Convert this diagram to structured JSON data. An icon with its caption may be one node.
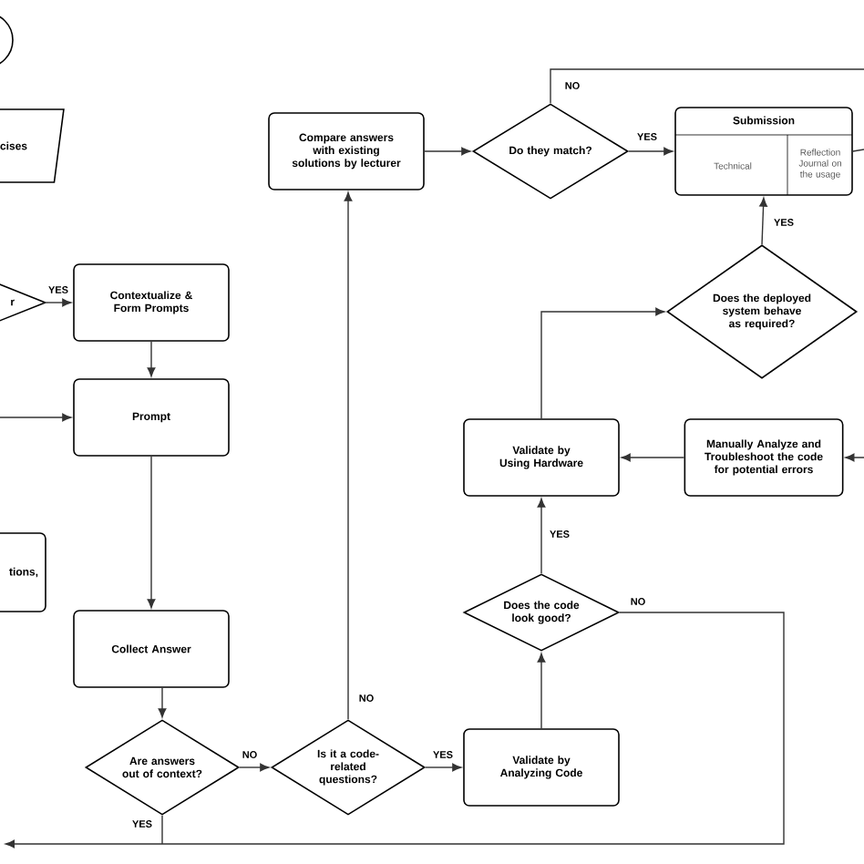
{
  "diagram": {
    "nodes": [
      {
        "text": [],
        "shape": "circle"
      },
      {
        "text": [
          "cises"
        ]
      },
      {
        "text": [
          "r"
        ]
      },
      {
        "text": [
          "Compare answers with existing solutions by lecturer"
        ]
      },
      {
        "text": [
          "Do they match?"
        ]
      },
      {
        "text": [
          "Submission",
          "Technical",
          "Reflection Journal on the usage"
        ]
      },
      {
        "text": [
          "Contextualize & Form Prompts"
        ]
      },
      {
        "text": [
          "Does the deployed system behave as required?"
        ]
      },
      {
        "text": [
          "Prompt"
        ]
      },
      {
        "text": [
          "Validate by Using Hardware"
        ]
      },
      {
        "text": [
          "Manually Analyze and Troubleshoot the code for potential errors"
        ]
      },
      {
        "text": [
          "tions,"
        ]
      },
      {
        "text": [
          "Does the code look good?"
        ]
      },
      {
        "text": [
          "Collect Answer"
        ]
      },
      {
        "text": [
          "Are answers out of context?"
        ]
      },
      {
        "text": [
          "Is it a code-related questions?"
        ]
      },
      {
        "text": [
          "Validate by Analyzing Code"
        ]
      }
    ],
    "edges": [
      {
        "from": 2,
        "to": 6,
        "arrow": "to",
        "label": "YES"
      },
      {
        "from": 6,
        "to": 8,
        "arrow": "to"
      },
      {
        "from": null,
        "to": 8,
        "arrow": "to"
      },
      {
        "from": 8,
        "to": 13,
        "arrow": "to"
      },
      {
        "from": 13,
        "to": 14,
        "arrow": "to"
      },
      {
        "from": 14,
        "to": 15,
        "arrow": "to",
        "label": "NO"
      },
      {
        "from": 14,
        "to": null,
        "arrow": "none",
        "label": "YES"
      },
      {
        "from": 15,
        "to": 3,
        "arrow": "to",
        "label": "NO"
      },
      {
        "from": 15,
        "to": 16,
        "arrow": "to",
        "label": "YES"
      },
      {
        "from": 16,
        "to": 12,
        "arrow": "to"
      },
      {
        "from": 12,
        "to": 9,
        "arrow": "to",
        "label": "YES"
      },
      {
        "from": 12,
        "to": null,
        "arrow": "to",
        "label": "NO"
      },
      {
        "from": 10,
        "to": 9,
        "arrow": "to"
      },
      {
        "from": null,
        "to": 10,
        "arrow": "to"
      },
      {
        "from": 9,
        "to": 7,
        "arrow": "to"
      },
      {
        "from": 7,
        "to": 5,
        "arrow": "to",
        "label": "YES"
      },
      {
        "from": 3,
        "to": 4,
        "arrow": "to"
      },
      {
        "from": 4,
        "to": 5,
        "arrow": "to",
        "label": "YES"
      },
      {
        "from": 4,
        "to": null,
        "arrow": "none",
        "label": "NO"
      },
      {
        "from": 5,
        "to": null,
        "arrow": "none"
      }
    ]
  }
}
